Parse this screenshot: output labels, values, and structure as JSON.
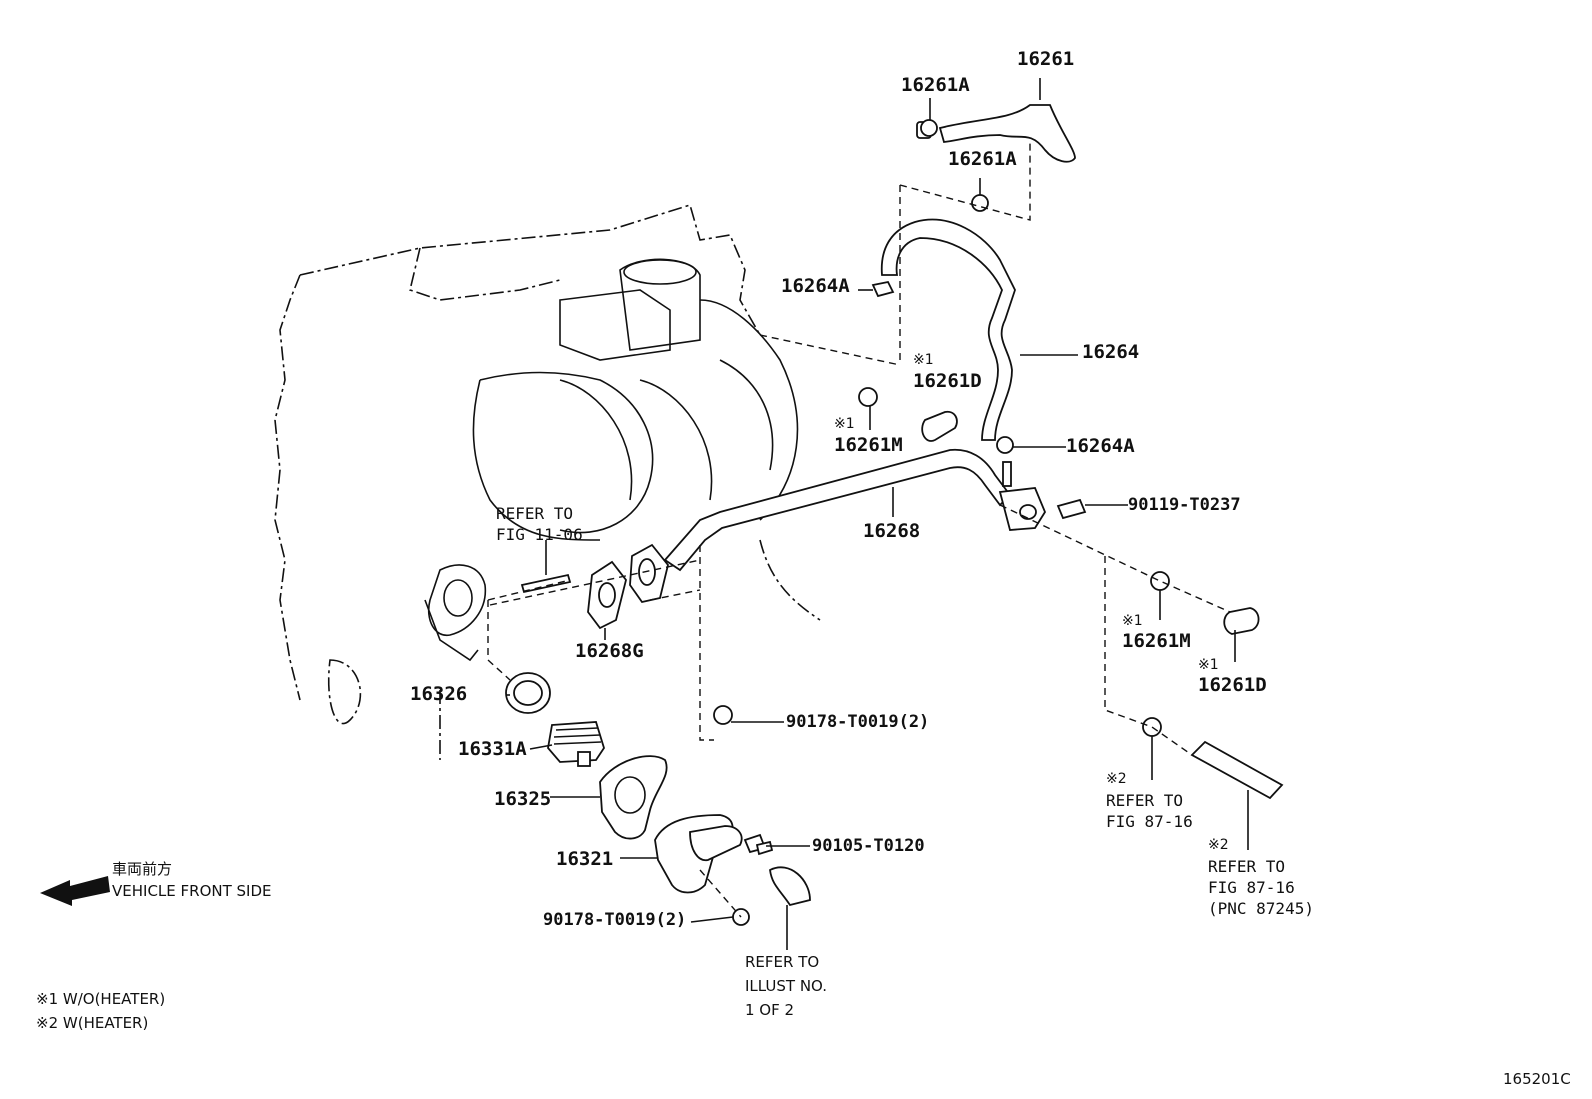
{
  "labels": {
    "p16261": "16261",
    "p16261A_top": "16261A",
    "p16261A_mid": "16261A",
    "p16264A_top": "16264A",
    "p16264": "16264",
    "p16261D_a": "16261D",
    "p16261M_a": "16261M",
    "p16264A_bot": "16264A",
    "p90119": "90119-T0237",
    "p16268": "16268",
    "p16268G": "16268G",
    "p16326": "16326",
    "p16331A": "16331A",
    "p16325": "16325",
    "p16321": "16321",
    "p90178_a": "90178-T0019(2)",
    "p90105": "90105-T0120",
    "p90178_b": "90178-T0019(2)",
    "p16261M_b": "16261M",
    "p16261D_b": "16261D"
  },
  "marks": {
    "m1_a": "※1",
    "m1_b": "※1",
    "m1_c": "※1",
    "m1_d": "※1",
    "m2_a": "※2",
    "m2_b": "※2"
  },
  "refs": {
    "fig1106_l1": "REFER TO",
    "fig1106_l2": "FIG 11-06",
    "fig8716a_l1": "REFER TO",
    "fig8716a_l2": "FIG 87-16",
    "fig8716b_l1": "REFER TO",
    "fig8716b_l2": "FIG 87-16",
    "fig8716b_l3": "(PNC 87245)",
    "illust_l1": "REFER TO",
    "illust_l2": "ILLUST NO.",
    "illust_l3": "1 OF 2"
  },
  "direction": {
    "jp": "車両前方",
    "en": "VEHICLE FRONT SIDE"
  },
  "legend": {
    "n1": "※1 W/O(HEATER)",
    "n2": "※2 W(HEATER)"
  },
  "figure_id": "165201C"
}
